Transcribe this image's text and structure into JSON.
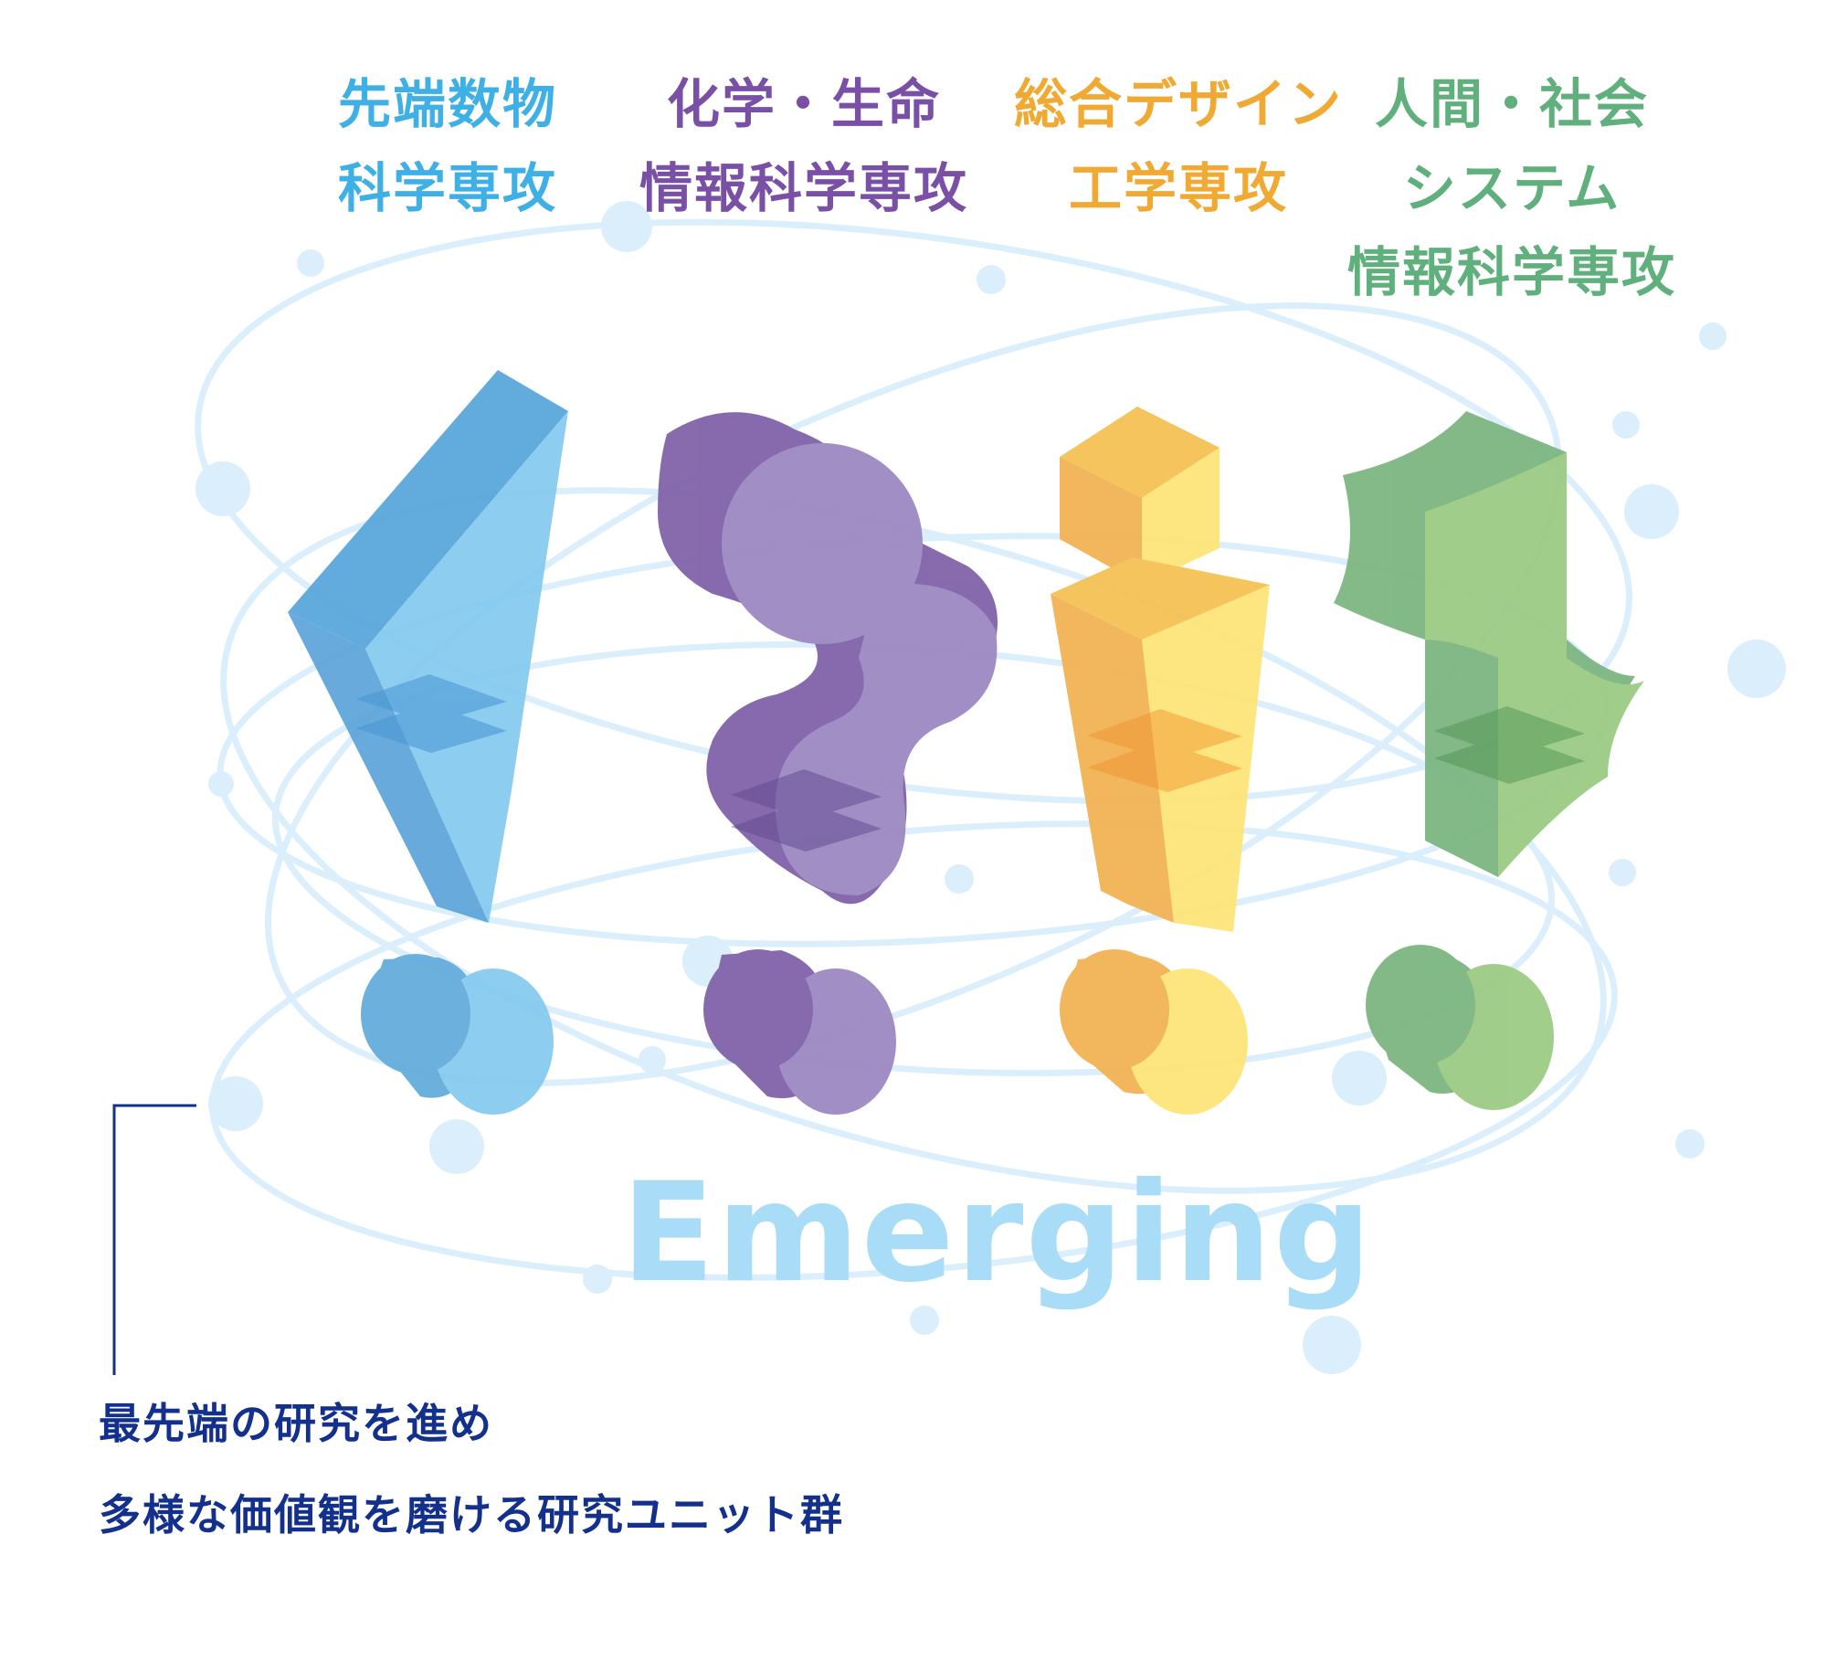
{
  "departments": [
    {
      "lines": [
        "先端数物",
        "科学専攻"
      ],
      "color": "#3fb0e6"
    },
    {
      "lines": [
        "化学・生命",
        "情報科学専攻"
      ],
      "color": "#7a50a6"
    },
    {
      "lines": [
        "総合デザイン",
        "工学専攻"
      ],
      "color": "#f0aa33"
    },
    {
      "lines": [
        "人間・社会",
        "システム",
        "情報科学専攻"
      ],
      "color": "#5fb07c"
    }
  ],
  "emerging": {
    "text": "Emerging",
    "color": "#a9dcf6"
  },
  "tagline": {
    "lines": [
      "最先端の研究を進め",
      "多様な価値観を磨ける研究ユニット群"
    ],
    "color": "#13308c"
  },
  "colors": {
    "orbit": "#dbeefb",
    "blue_light": "#86cbf0",
    "blue_dark": "#65acdd",
    "purple_light": "#9c88c2",
    "purple_dark": "#8163a9",
    "yellow_light": "#fde57a",
    "yellow_dark": "#f2b355",
    "green_light": "#9ccb85",
    "green_dark": "#7cb681"
  },
  "icons": [
    "exclamation-shape",
    "question-shape",
    "i-shape",
    "bracket-shape"
  ]
}
